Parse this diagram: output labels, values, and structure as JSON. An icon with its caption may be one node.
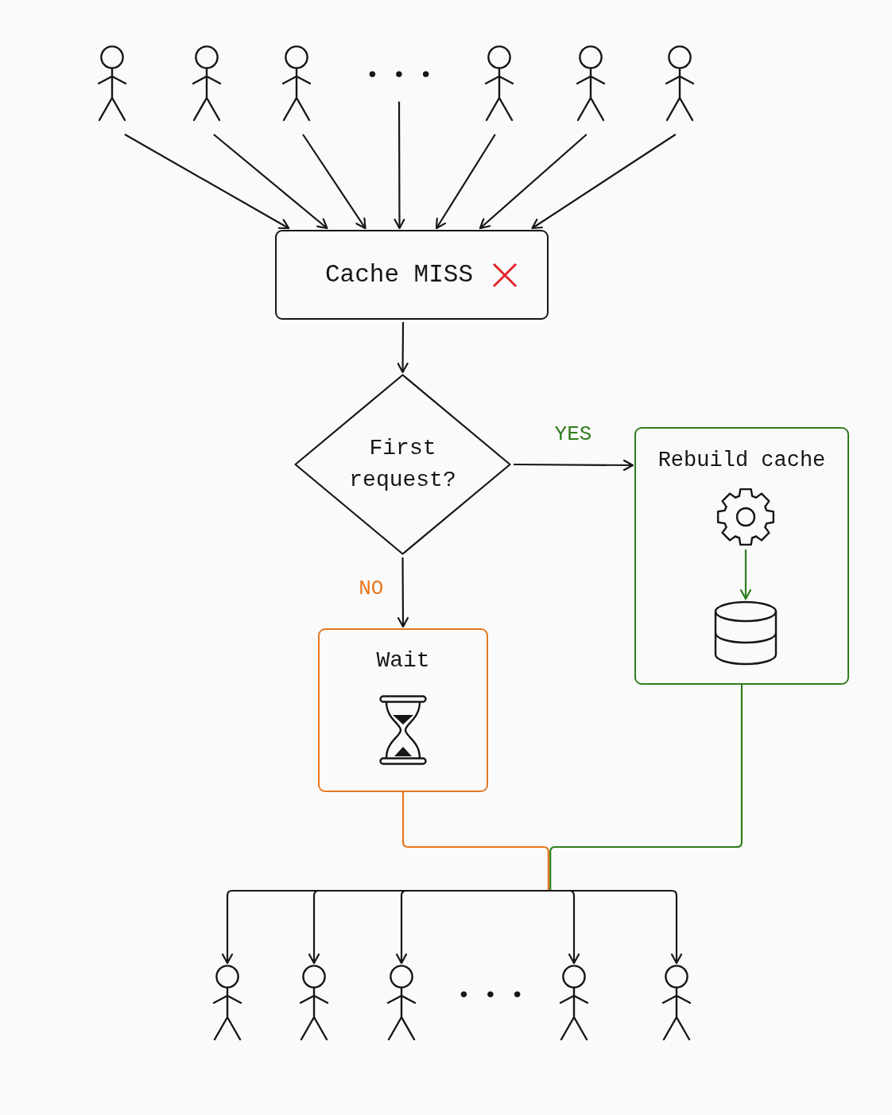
{
  "diagram": {
    "nodes": [
      {
        "text": [],
        "shape": "person"
      },
      {
        "text": [],
        "shape": "person"
      },
      {
        "text": [],
        "shape": "person"
      },
      {
        "text": [
          "• • •"
        ]
      },
      {
        "text": [],
        "shape": "person"
      },
      {
        "text": [],
        "shape": "person"
      },
      {
        "text": [],
        "shape": "person"
      },
      {
        "text": [
          "Cache MISS"
        ]
      },
      {
        "text": [
          "First request?"
        ]
      },
      {
        "text": [
          "Rebuild cache"
        ]
      },
      {
        "text": [],
        "shape": "gear",
        "in": 9
      },
      {
        "text": [],
        "shape": "cylinder",
        "in": 9
      },
      {
        "text": [
          "Wait"
        ]
      },
      {
        "text": [],
        "shape": "person"
      },
      {
        "text": [],
        "shape": "person"
      },
      {
        "text": [],
        "shape": "person"
      },
      {
        "text": [],
        "shape": "person"
      },
      {
        "text": [],
        "shape": "person"
      }
    ],
    "edges": [
      {
        "from": 0,
        "to": 7,
        "arrow": "to"
      },
      {
        "from": 1,
        "to": 7,
        "arrow": "to"
      },
      {
        "from": 2,
        "to": 7,
        "arrow": "to"
      },
      {
        "from": 3,
        "to": 7,
        "arrow": "to"
      },
      {
        "from": 4,
        "to": 7,
        "arrow": "to"
      },
      {
        "from": 5,
        "to": 7,
        "arrow": "to"
      },
      {
        "from": 6,
        "to": 7,
        "arrow": "to"
      },
      {
        "from": 7,
        "to": 8,
        "arrow": "to"
      },
      {
        "from": 8,
        "to": 9,
        "arrow": "to",
        "label": "YES"
      },
      {
        "from": 8,
        "to": 12,
        "arrow": "to",
        "label": "NO"
      },
      {
        "from": 10,
        "to": 11,
        "arrow": "to",
        "color": "#2e7d1a"
      },
      {
        "from": 12,
        "to": 13,
        "arrow": "to"
      },
      {
        "from": 12,
        "to": 14,
        "arrow": "to"
      },
      {
        "from": 12,
        "to": 15,
        "arrow": "to",
        "color": "#e8771e"
      },
      {
        "from": 12,
        "to": 16,
        "arrow": "to",
        "color": "#e8771e"
      },
      {
        "from": 12,
        "to": 17,
        "arrow": "to",
        "color": "#e8771e"
      },
      {
        "from": 9,
        "to": 13,
        "arrow": "to",
        "color": "#2e7d1a"
      },
      {
        "from": 9,
        "to": 14,
        "arrow": "to",
        "color": "#2e7d1a"
      },
      {
        "from": 9,
        "to": 15,
        "arrow": "to",
        "color": "#2e7d1a"
      },
      {
        "from": 9,
        "to": 16,
        "arrow": "to",
        "color": "#2e7d1a"
      },
      {
        "from": 9,
        "to": 17,
        "arrow": "to",
        "color": "#2e7d1a"
      }
    ],
    "labels": [
      "• • •"
    ]
  }
}
